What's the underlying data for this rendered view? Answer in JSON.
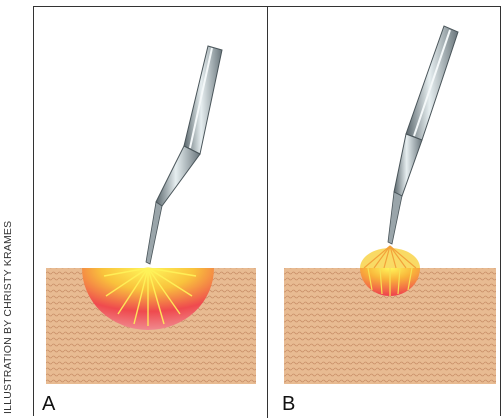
{
  "credit_text": "ILLUSTRATION BY CHRISTY KRAMES",
  "panels": [
    {
      "label": "A",
      "burn_zone": "wide"
    },
    {
      "label": "B",
      "burn_zone": "narrow"
    }
  ],
  "colors": {
    "skin": "#e8bb92",
    "skin_stipple": "#c98f68",
    "burn_outer": "#e8304a",
    "burn_inner": "#f6f048",
    "probe_metal": "#8f9aa0",
    "frame": "#333333"
  }
}
